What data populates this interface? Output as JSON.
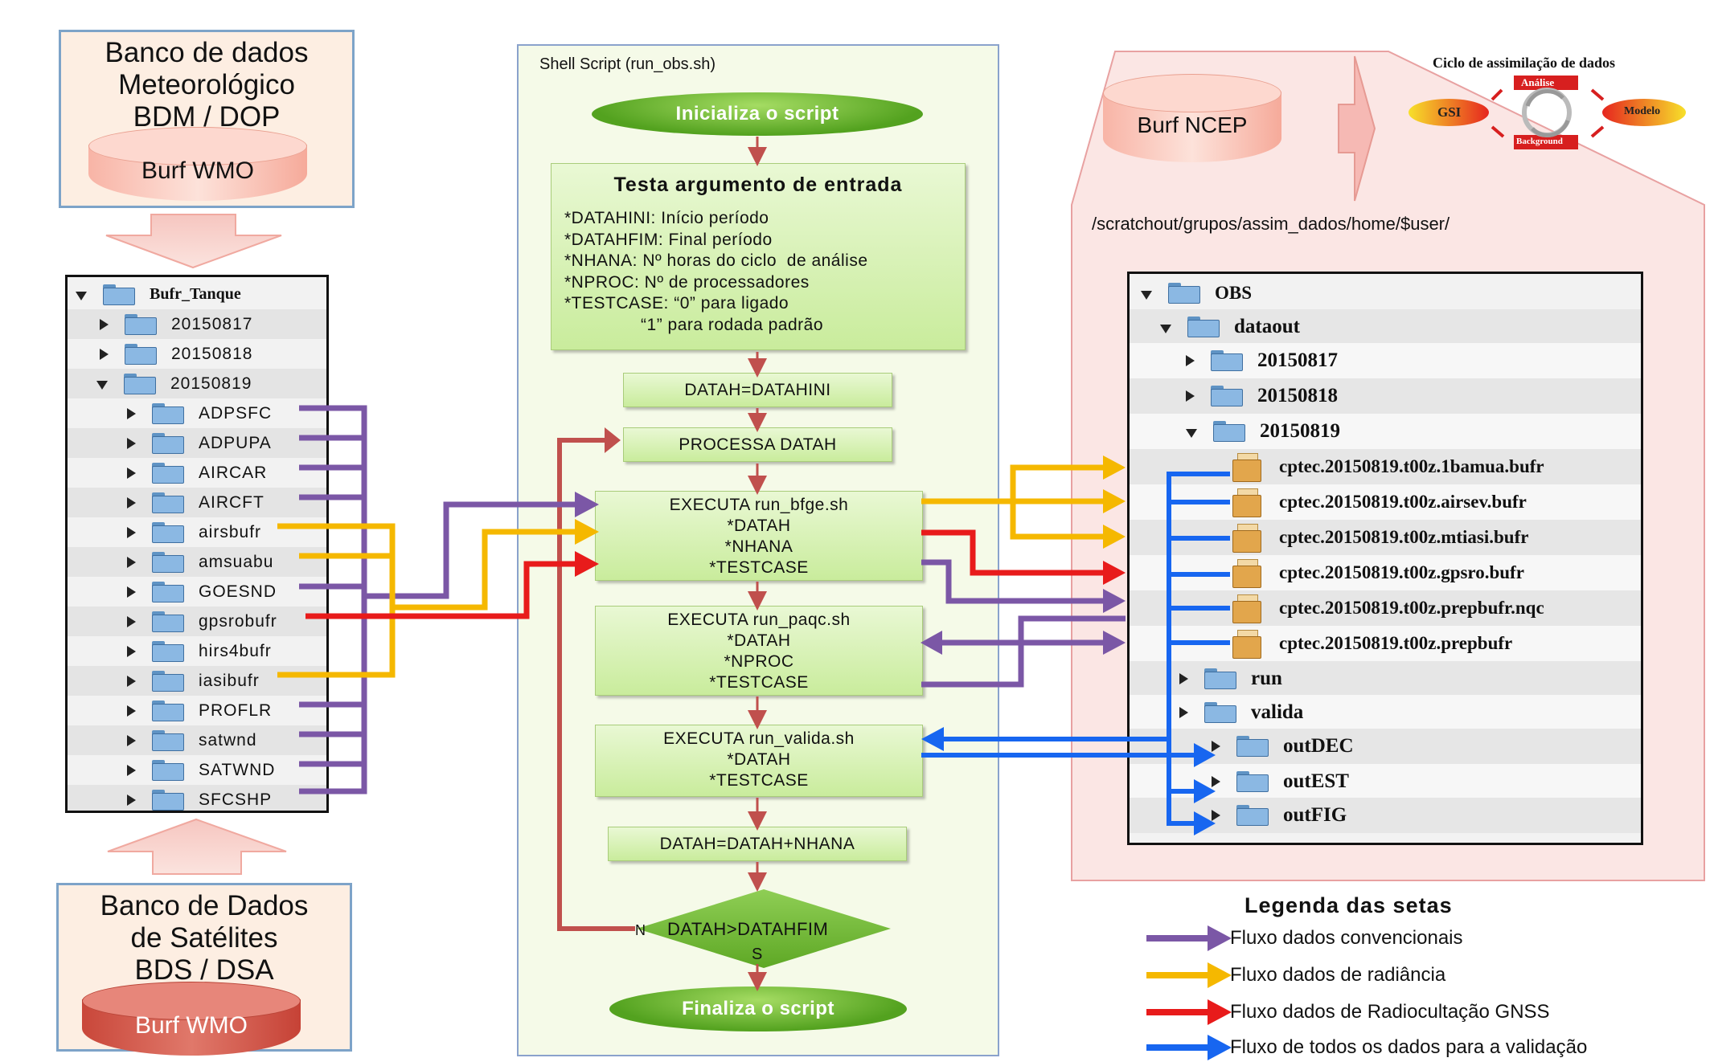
{
  "top_left_source": {
    "title": "Banco de dados\nMeteorológico\nBDM / DOP",
    "db_label": "Burf WMO"
  },
  "bottom_left_source": {
    "title": "Banco de Dados\nde Satélites\nBDS / DSA",
    "db_label": "Burf WMO"
  },
  "left_tree": {
    "root": "Bufr_Tanque",
    "dates": [
      "20150817",
      "20150818",
      "20150819"
    ],
    "items": [
      "ADPSFC",
      "ADPUPA",
      "AIRCAR",
      "AIRCFT",
      "airsbufr",
      "amsuabu",
      "GOESND",
      "gpsrobufr",
      "hirs4bufr",
      "iasibufr",
      "PROFLR",
      "satwnd",
      "SATWND",
      "SFCSHP"
    ]
  },
  "script": {
    "panel_title": "Shell Script (run_obs.sh)",
    "start": "Inicializa o script",
    "test_title": "Testa argumento de entrada",
    "test_lines": [
      "*DATAHINI: Início período",
      "*DATAHFIM: Final período",
      "*NHANA: Nº horas do ciclo  de análise",
      "*NPROC: Nº de processadores",
      "*TESTCASE: “0” para ligado",
      "               “1” para rodada padrão"
    ],
    "step1": "DATAH=DATAHINI",
    "step2": "PROCESSA DATAH",
    "bfge": [
      "EXECUTA  run_bfge.sh",
      "*DATAH",
      "*NHANA",
      "*TESTCASE"
    ],
    "paqc": [
      "EXECUTA run_paqc.sh",
      "*DATAH",
      "*NPROC",
      "*TESTCASE"
    ],
    "valida": [
      "EXECUTA run_valida.sh",
      "*DATAH",
      "*TESTCASE"
    ],
    "step3": "DATAH=DATAH+NHANA",
    "decision": "DATAH>DATAHFIM",
    "decision_no": "N",
    "decision_yes": "S",
    "end": "Finaliza o script"
  },
  "ncep": {
    "db_label": "Burf NCEP",
    "path": "/scratchout/grupos/assim_dados/home/$user/"
  },
  "cycle": {
    "title": "Ciclo de assimilação de dados",
    "analise": "Análise",
    "gsi": "GSI",
    "modelo": "Modelo",
    "background": "Background"
  },
  "right_tree": {
    "obs": "OBS",
    "dataout": "dataout",
    "dates": [
      "20150817",
      "20150818",
      "20150819"
    ],
    "files": [
      "cptec.20150819.t00z.1bamua.bufr",
      "cptec.20150819.t00z.airsev.bufr",
      "cptec.20150819.t00z.mtiasi.bufr",
      "cptec.20150819.t00z.gpsro.bufr",
      "cptec.20150819.t00z.prepbufr.nqc",
      "cptec.20150819.t00z.prepbufr"
    ],
    "run": "run",
    "valida": "valida",
    "valida_children": [
      "outDEC",
      "outEST",
      "outFIG"
    ]
  },
  "legend": {
    "title": "Legenda  das setas",
    "entries": [
      "Fluxo  dados convencionais",
      "Fluxo  dados  de  radiância",
      "Fluxo  dados  de Radiocultação  GNSS",
      "Fluxo  de todos os dados para a validação"
    ],
    "colors": [
      "#7b57a6",
      "#f5b800",
      "#e81b1b",
      "#1766f0"
    ]
  }
}
